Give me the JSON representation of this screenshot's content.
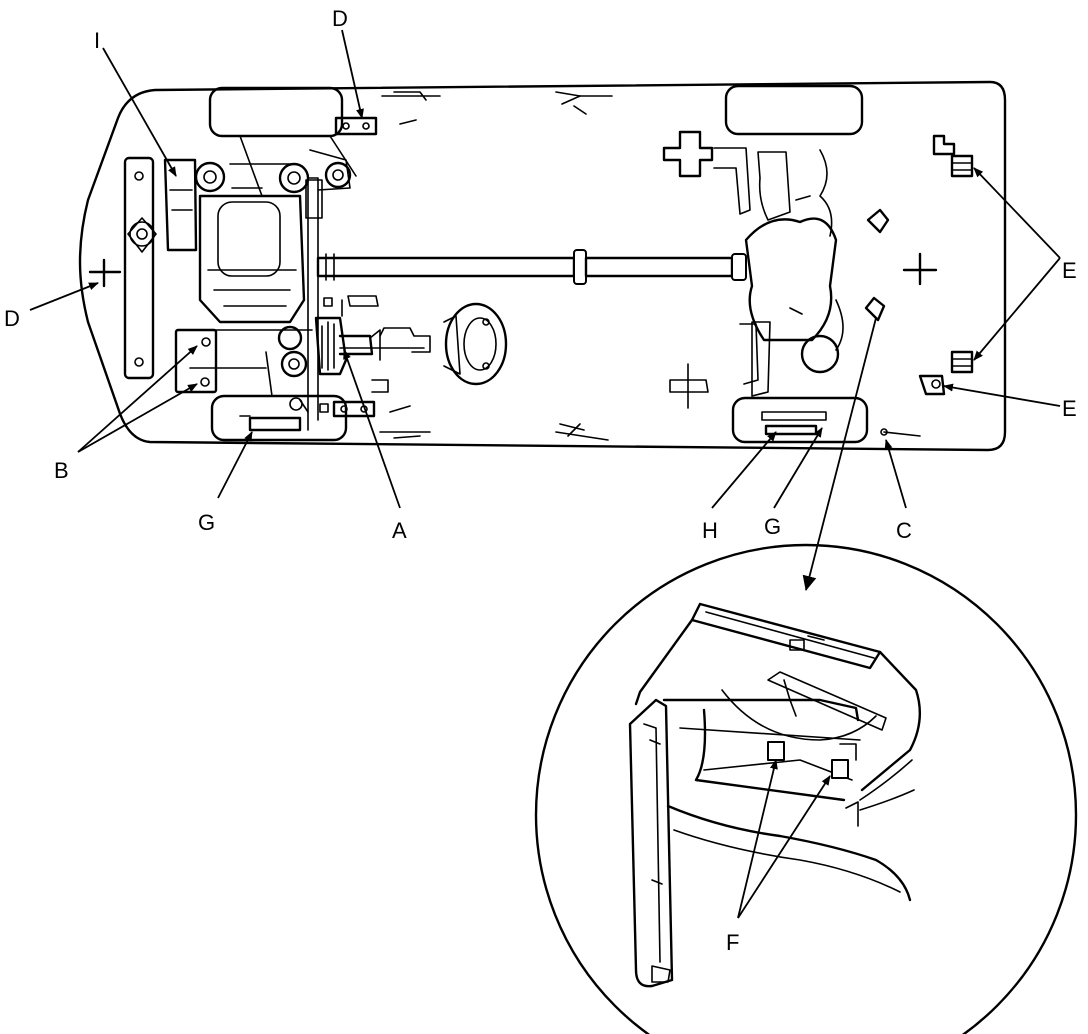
{
  "diagram": {
    "labels": {
      "A": "A",
      "B": "B",
      "C": "C",
      "D": "D",
      "E": "E",
      "F": "F",
      "G": "G",
      "H": "H",
      "I": "I"
    }
  },
  "colors": {
    "line": "#000000",
    "background": "#ffffff"
  }
}
